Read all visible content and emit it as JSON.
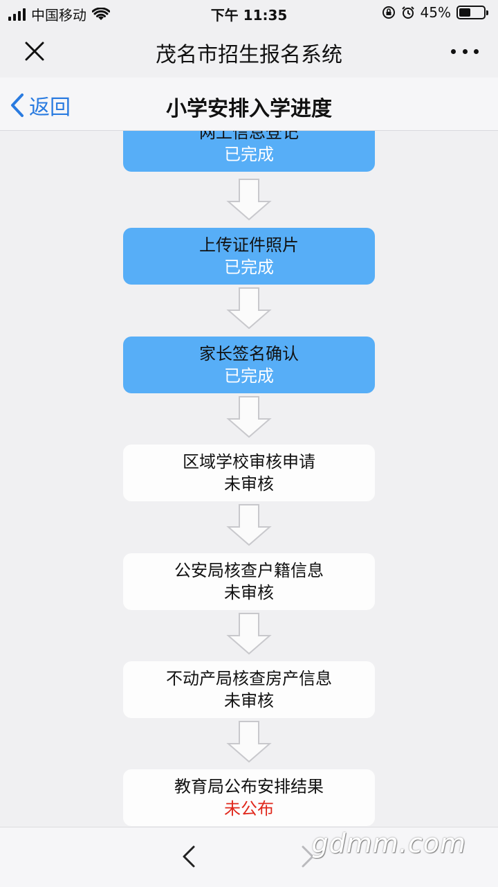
{
  "status_bar": {
    "carrier": "中国移动",
    "time": "下午 11:35",
    "battery": "45%"
  },
  "title_bar": {
    "title": "茂名市招生报名系统"
  },
  "nav": {
    "back_label": "返回",
    "title": "小学安排入学进度"
  },
  "steps": [
    {
      "name": "网上信息登记",
      "status": "已完成",
      "state": "done"
    },
    {
      "name": "上传证件照片",
      "status": "已完成",
      "state": "done"
    },
    {
      "name": "家长签名确认",
      "status": "已完成",
      "state": "done"
    },
    {
      "name": "区域学校审核申请",
      "status": "未审核",
      "state": "pending"
    },
    {
      "name": "公安局核查户籍信息",
      "status": "未审核",
      "state": "pending"
    },
    {
      "name": "不动产局核查房产信息",
      "status": "未审核",
      "state": "pending"
    },
    {
      "name": "教育局公布安排结果",
      "status": "未公布",
      "state": "pending"
    }
  ],
  "colors": {
    "done": "#57aef7",
    "pending": "#fdfdfd",
    "accent_link": "#2a7be0",
    "unpublished": "#e0281c"
  },
  "watermark": "gdmm.com"
}
